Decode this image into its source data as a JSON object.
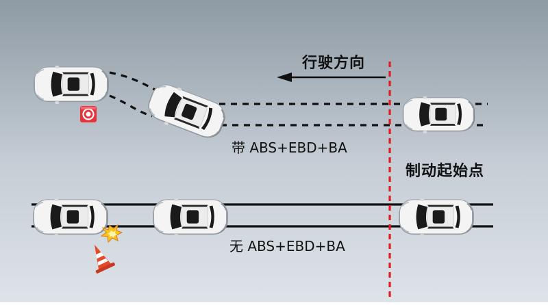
{
  "labels": {
    "direction": "行驶方向",
    "brake_start": "制动起始点",
    "with_abs": "带 ABS+EBD+BA",
    "without_abs": "无 ABS+EBD+BA"
  },
  "colors": {
    "background_top": "#8e9aa4",
    "background_bottom": "#dde3e8",
    "brake_line": "#e21b23",
    "track_line": "#111111",
    "car_body": "#f4f4f4",
    "car_glass": "#1a1a1a",
    "warning_sign": "#e8323a",
    "traffic_cone": "#e5482b",
    "crash_burst": "#f6c31c"
  },
  "icons": {
    "warning_sign": "warning-triangle-sign-icon",
    "traffic_cone": "traffic-cone-icon",
    "crash_burst": "collision-burst-icon",
    "direction_arrow": "arrow-left-icon"
  }
}
